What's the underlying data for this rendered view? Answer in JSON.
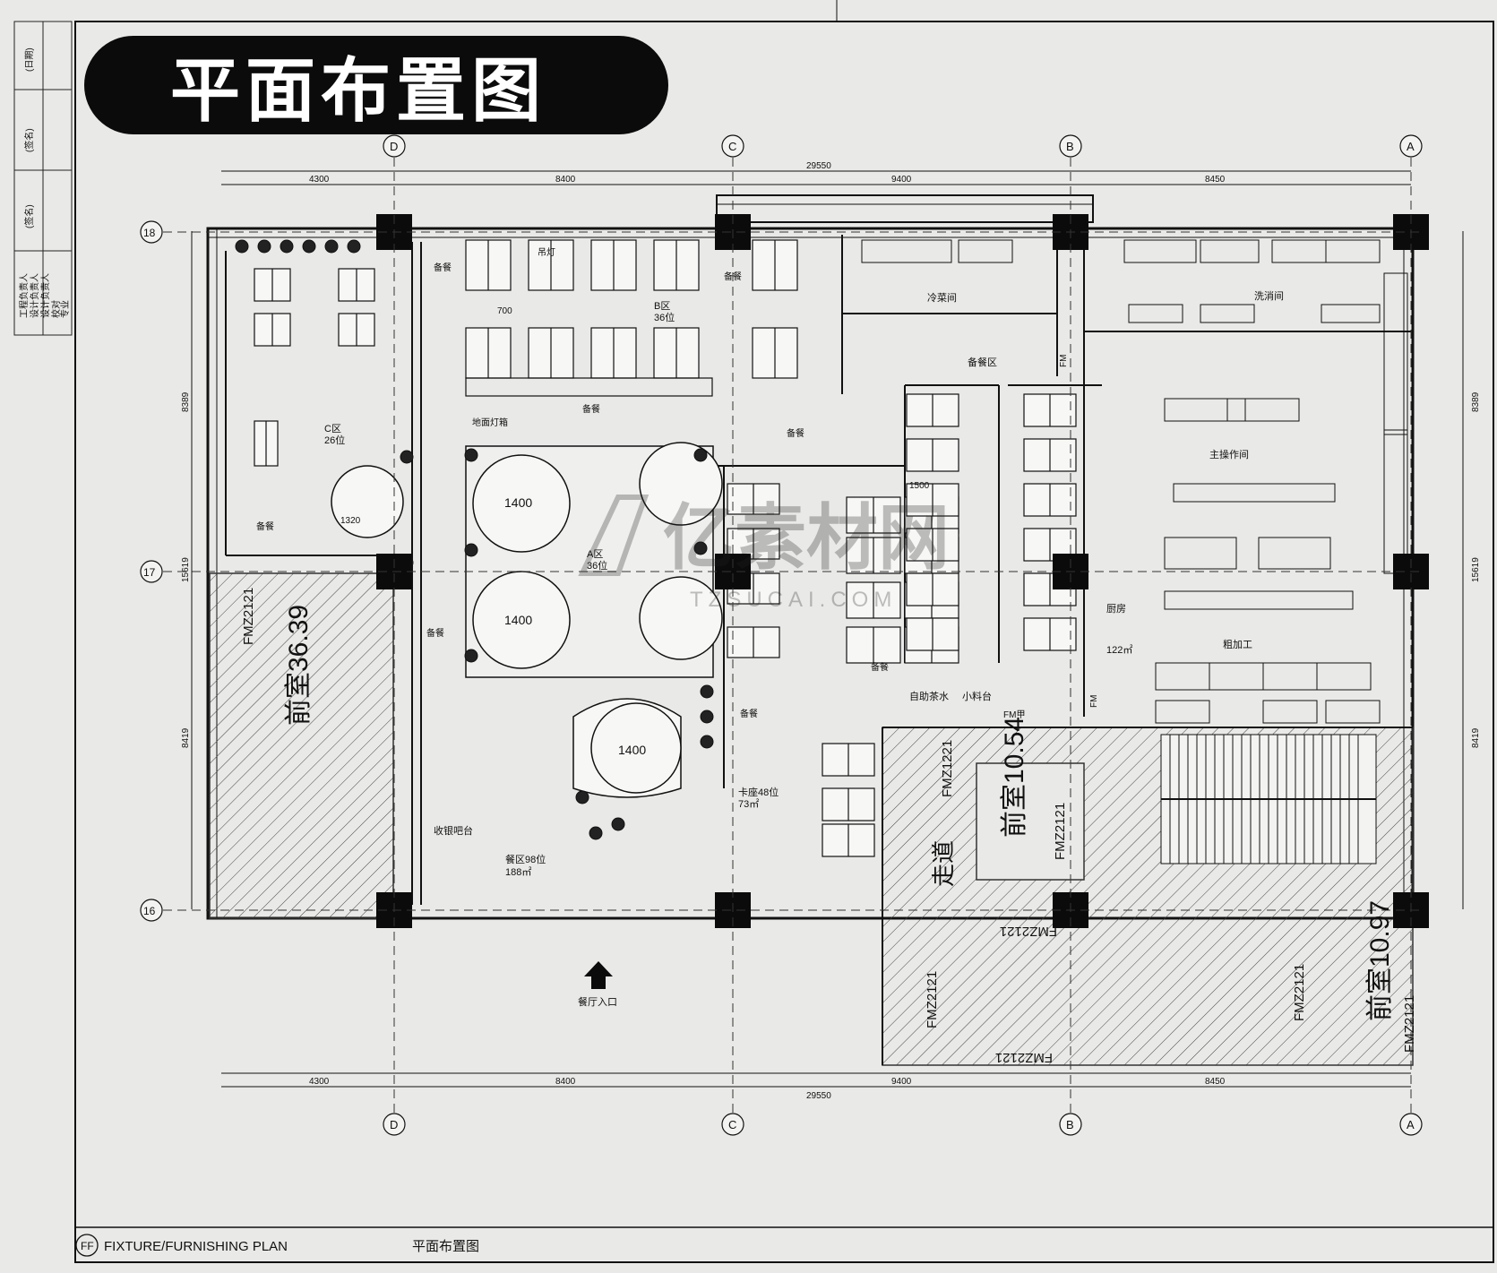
{
  "banner": {
    "title": "平面布置图"
  },
  "title_block": {
    "labels": [
      "(日期)",
      "(签名)",
      "(签名)"
    ],
    "roles": [
      "工程负责人",
      "设计负责人",
      "设计负责人",
      "校对",
      "专业"
    ]
  },
  "grid": {
    "columns": [
      "D",
      "C",
      "B",
      "A"
    ],
    "rows": [
      "18",
      "17",
      "16"
    ],
    "top_dims": [
      "4300",
      "8400",
      "9400",
      "8450"
    ],
    "total_dim": "29550",
    "side_dims": [
      "8389",
      "15619",
      "8419"
    ]
  },
  "zones": {
    "b": {
      "name": "B区",
      "seats": "36位"
    },
    "c": {
      "name": "C区",
      "seats": "26位"
    },
    "a": {
      "name": "A区",
      "seats": "36位"
    },
    "booth": {
      "name": "卡座48位",
      "area": "73㎡"
    },
    "total": {
      "name": "餐区98位",
      "area": "188㎡"
    }
  },
  "rooms": {
    "cold": "冷菜间",
    "prep_area": "备餐区",
    "wash": "洗消间",
    "main_op": "主操作间",
    "kitchen": "厨房",
    "kitchen_area": "122㎡",
    "rough": "粗加工",
    "corridor": "走道",
    "cashier": "收银吧台",
    "self_serve": "自助茶水",
    "sauce": "小料台",
    "entrance": "餐厅入口"
  },
  "labels": {
    "prep": "备餐",
    "table": "1400",
    "dim_700": "700",
    "dim_1320": "1320",
    "dim_1500": "1500",
    "pendant": "吊灯",
    "floor_lamp": "地面灯箱",
    "fm": "FM",
    "fm_jia": "FM甲"
  },
  "doors": [
    "FMZ2121",
    "FMZ1221"
  ],
  "room_numbers": {
    "left": "前室36.39",
    "mid": "前室10.54",
    "right": "前室10.97"
  },
  "watermark": {
    "main": "亿素材网",
    "sub": "TZSUCAI.COM"
  },
  "footer": {
    "code": "FF",
    "title_en": "FIXTURE/FURNISHING PLAN",
    "title_cn": "平面布置图"
  }
}
